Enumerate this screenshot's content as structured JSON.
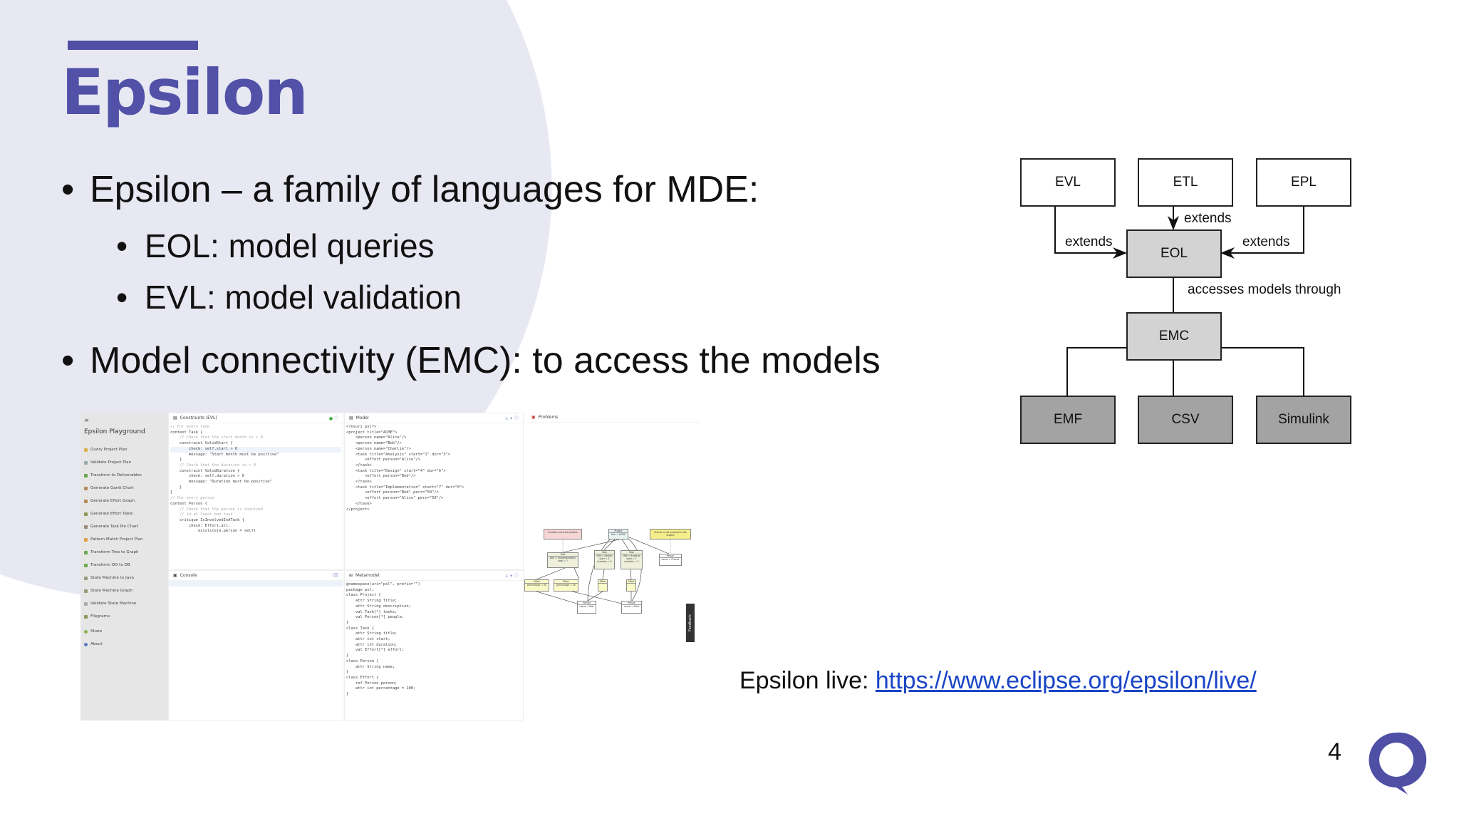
{
  "slide": {
    "title": "Epsilon",
    "page_number": "4",
    "accent": "#4f4fa6",
    "bullets": [
      {
        "text": "Epsilon – a family of languages for MDE:",
        "sub": [
          "EOL: model queries",
          "EVL: model validation"
        ]
      },
      {
        "text": "Model connectivity (EMC): to access the models"
      }
    ],
    "live_label": "Epsilon live:",
    "live_url": "https://www.eclipse.org/epsilon/live/"
  },
  "diagram": {
    "boxes": {
      "evl": "EVL",
      "etl": "ETL",
      "epl": "EPL",
      "eol": "EOL",
      "emc": "EMC",
      "emf": "EMF",
      "csv": "CSV",
      "simulink": "Simulink"
    },
    "labels": {
      "extends_left": "extends",
      "extends_mid": "extends",
      "extends_right": "extends",
      "accesses": "accesses models through"
    }
  },
  "playground": {
    "title": "Epsilon Playground",
    "menu_icon": "hamburger-icon",
    "items": [
      {
        "label": "Query Project Plan",
        "color": "#d9b24a"
      },
      {
        "label": "Validate Project Plan",
        "color": "#9aa"
      },
      {
        "label": "Transform to Deliverables",
        "color": "#6aa84f"
      },
      {
        "label": "Generate Gantt Chart",
        "color": "#b58a55"
      },
      {
        "label": "Generate Effort Graph",
        "color": "#b58a55"
      },
      {
        "label": "Generate Effort Table",
        "color": "#8a9a55"
      },
      {
        "label": "Generate Task Pie Chart",
        "color": "#9a8a75"
      },
      {
        "label": "Pattern Match Project Plan",
        "color": "#e0a040"
      },
      {
        "label": "Transform Tree to Graph",
        "color": "#6aa84f"
      },
      {
        "label": "Transform OO to DB",
        "color": "#6aa84f"
      },
      {
        "label": "State Machine to Java",
        "color": "#9a9a7a"
      },
      {
        "label": "State Machine Graph",
        "color": "#9a9a7a"
      },
      {
        "label": "Validate State Machine",
        "color": "#aaa"
      },
      {
        "label": "Filegrams",
        "color": "#8a9a55"
      }
    ],
    "footer_items": [
      {
        "label": "Share",
        "color": "#8ab04a"
      },
      {
        "label": "About",
        "color": "#5a7ac8"
      }
    ],
    "panels": {
      "constraints": "Constraints (EVL)",
      "console": "Console",
      "model": "Model",
      "metamodel": "Metamodel",
      "problems": "Problems",
      "feedback": "Feedback"
    },
    "constraints_code": [
      "// For every task",
      "context Task {",
      "",
      "    // Check that the start month is > 0",
      "    constraint ValidStart {",
      "        check: self.start > 0",
      "        message: \"Start month must be positive\"",
      "    }",
      "",
      "    // Check that the duration is > 0",
      "    constraint ValidDuration {",
      "        check: self.duration > 0",
      "        message: \"Duration must be positive\"",
      "    }",
      "",
      "}",
      "// For every person",
      "context Person {",
      "",
      "    // Check that the person is involved",
      "    // in at least one task",
      "    critique IsInvolvedInATask {",
      "        check: Effort.all.",
      "            exists(e|e.person = self)"
    ],
    "model_code": [
      "<?nsuri psl?>",
      "<project title=\"ACME\">",
      "    <person name=\"Alice\"/>",
      "    <person name=\"Bob\"/>",
      "    <person name=\"Charlie\"/>",
      "    <task title=\"Analysis\" start=\"1\" dur=\"3\">",
      "        <effort person=\"Alice\"/>",
      "    </task>",
      "    <task title=\"Design\" start=\"4\" dur=\"6\">",
      "        <effort person=\"Bob\"/>",
      "    </task>",
      "    <task title=\"Implementation\" start=\"7\" dur=\"0\">",
      "        <effort person=\"Bob\" perc=\"50\"/>",
      "        <effort person=\"Alice\" perc=\"50\"/>",
      "    </task>",
      "</project>"
    ],
    "metamodel_code": [
      "@namespace(uri=\"psl\", prefix=\"\")",
      "package psl;",
      "",
      "class Project {",
      "    attr String title;",
      "    attr String description;",
      "    val Task[*] tasks;",
      "    val Person[*] people;",
      "}",
      "",
      "class Task {",
      "    attr String title;",
      "    attr int start;",
      "    attr int duration;",
      "    val Effort[*] effort;",
      "}",
      "",
      "class Person {",
      "    attr String name;",
      "}",
      "",
      "class Effort {",
      "    ref Person person;",
      "    attr int percentage = 100;",
      "}"
    ],
    "graph": {
      "constraint_note": "Duration must be positive",
      "critique_note": "Charlie is not involved in the project",
      "project": {
        "h": "Project",
        "a": "title = ACME"
      },
      "task_impl": {
        "h": "Task",
        "a": "title = Implementation\nstart = 7"
      },
      "task_design": {
        "h": "Task",
        "a": "title = Design\nstart = 4\nduration = 6"
      },
      "task_analysis": {
        "h": "Task",
        "a": "title = Analysis\nstart = 1\nduration = 3"
      },
      "person_charlie": {
        "h": "Person",
        "a": "name = Charlie"
      },
      "effort1": {
        "h": "Effort",
        "a": "percentage = 50"
      },
      "effort2": {
        "h": "Effort",
        "a": "percentage = 50"
      },
      "effort3": {
        "h": "Effort",
        "a": ""
      },
      "effort4": {
        "h": "Effort",
        "a": ""
      },
      "person_bob": {
        "h": "Person",
        "a": "name = Bob"
      },
      "person_alice": {
        "h": "Person",
        "a": "name = Alice"
      }
    }
  }
}
